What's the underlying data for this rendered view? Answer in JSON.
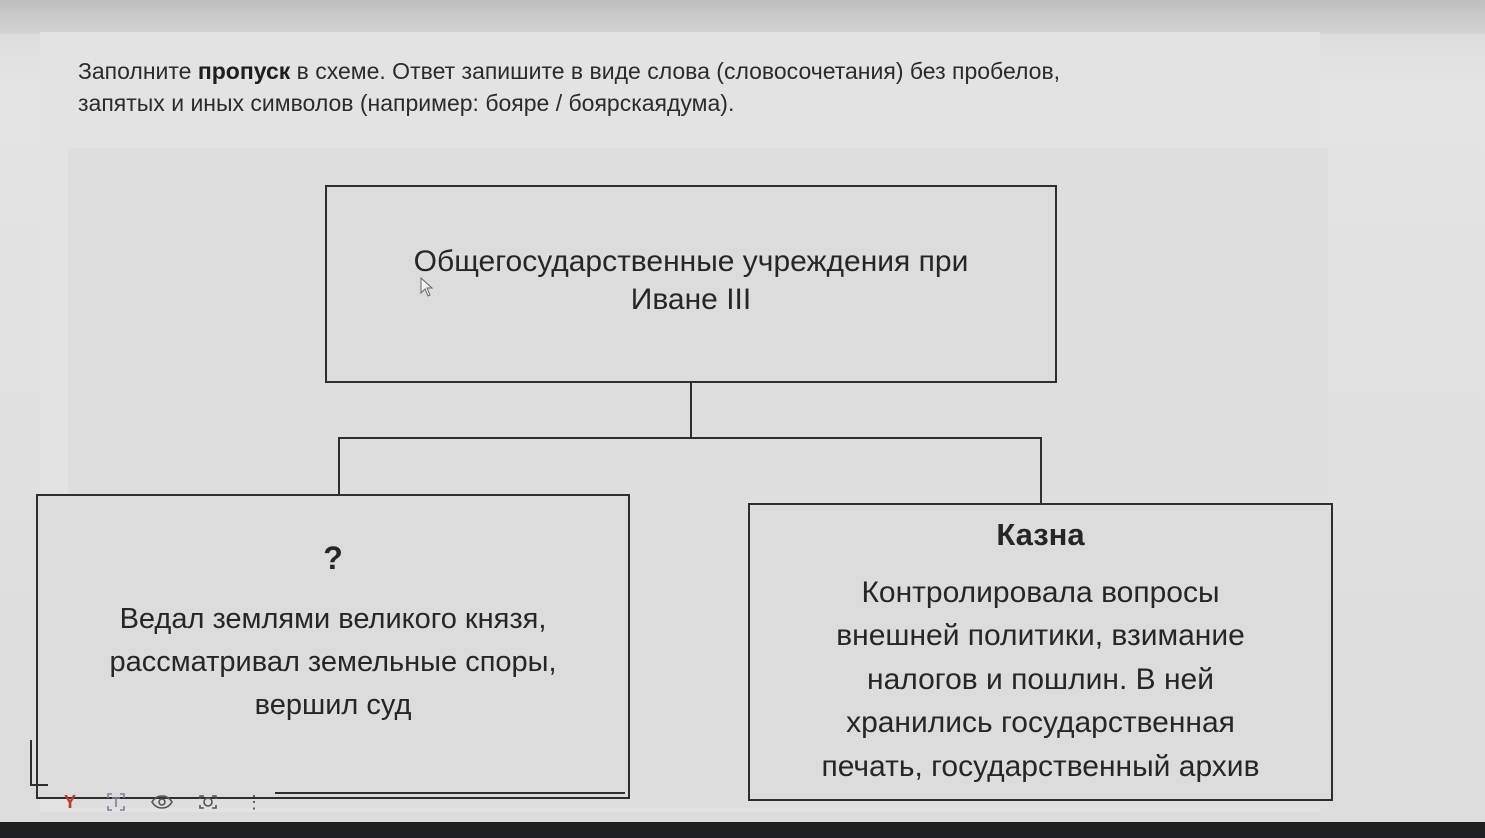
{
  "task": {
    "instruction_prefix": "Заполните ",
    "instruction_bold": "пропуск",
    "instruction_line1_rest": " в схеме. Ответ запишите в виде слова (словосочетания) без пробелов,",
    "instruction_line2": "запятых и иных символов (например: бояре / боярскаядума)."
  },
  "diagram": {
    "root": {
      "line1": "Общегосударственные учреждения при",
      "line2": "Иване III"
    },
    "left": {
      "title": "?",
      "lines": [
        "Ведал землями великого князя,",
        "рассматривал земельные споры,",
        "вершил суд"
      ]
    },
    "right": {
      "title": "Казна",
      "lines": [
        "Контролировала вопросы",
        "внешней политики, взимание",
        "налогов и пошлин. В ней",
        "хранились государственная",
        "печать, государственный архив"
      ]
    }
  },
  "toolbar": {
    "icons": [
      "yandex-icon",
      "text-recognition-icon",
      "eye-icon",
      "lens-search-icon",
      "more-vertical-icon"
    ],
    "yandex_glyph": "Y",
    "more_glyph": "⋮",
    "accent_color": "#c0392b"
  }
}
